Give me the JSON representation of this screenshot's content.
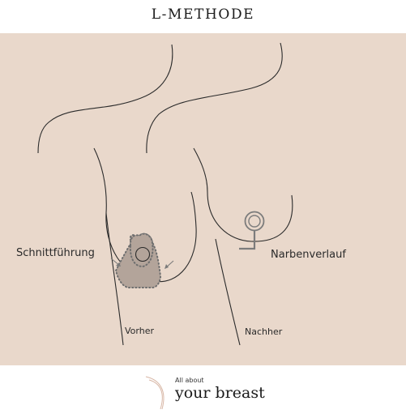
{
  "title": "L-METHODE",
  "labels": {
    "incision": "Schnittführung",
    "scar": "Narbenverlauf",
    "before": "Vorher",
    "after": "Nachher"
  },
  "logo": {
    "small": "All about",
    "big": "your breast"
  },
  "colors": {
    "panel": "#e9d8cb",
    "line": "#2b2b2b",
    "excision_fill": "#b3a49a",
    "dots": "#6f6f6f",
    "swoosh": "#d8b7a6"
  }
}
